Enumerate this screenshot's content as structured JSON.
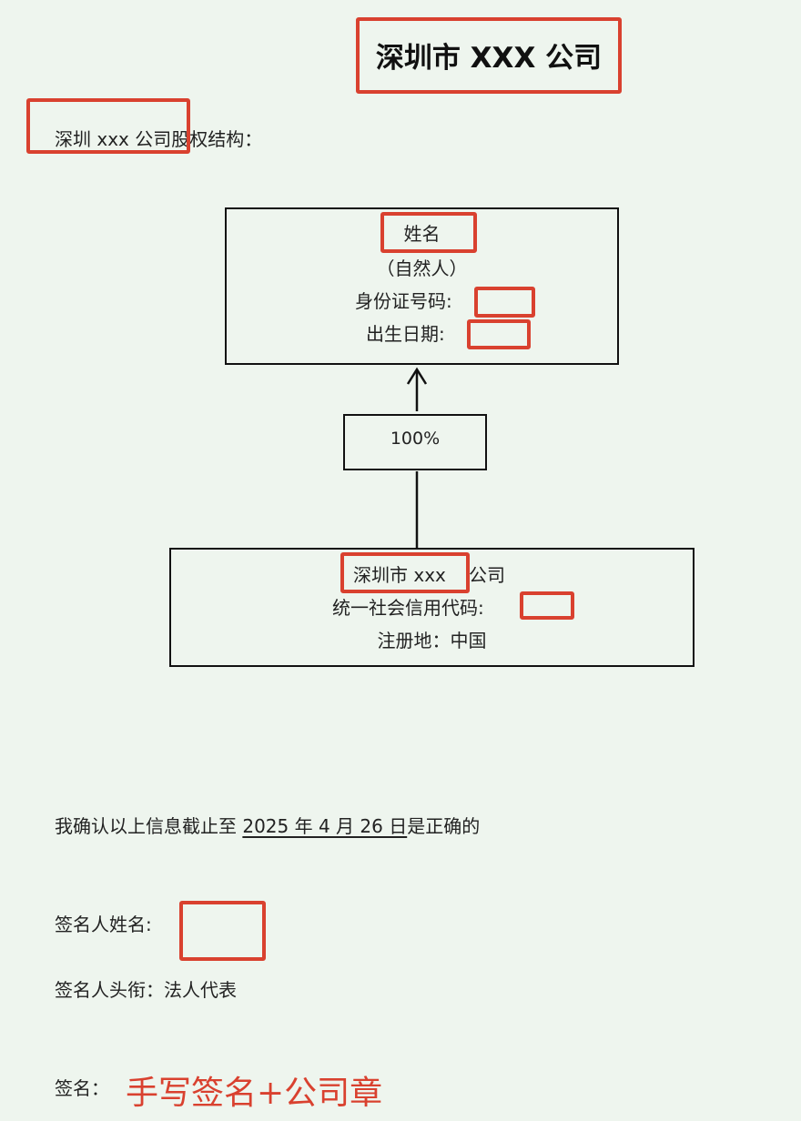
{
  "header": {
    "title": "深圳市 XXX 公司"
  },
  "intro": {
    "text": "深圳 xxx 公司股权结构："
  },
  "shareholder": {
    "name": "姓名",
    "type": "（自然人）",
    "id_label": "身份证号码:",
    "dob_label": "出生日期:"
  },
  "ownership": {
    "percent": "100%"
  },
  "company": {
    "name_prefix": "深圳市 xxx",
    "name_suffix": "公司",
    "credit_code_label": "统一社会信用代码:",
    "registered_place": "注册地：中国"
  },
  "confirmation": {
    "prefix": "我确认以上信息截止至 ",
    "date": "2025 年 4 月 26 日",
    "suffix": "是正确的"
  },
  "signer": {
    "name_label": "签名人姓名:",
    "title_text": "签名人头衔：法人代表",
    "signature_label": "签名：",
    "signature_note": "手写签名+公司章"
  },
  "colors": {
    "highlight": "#d9412f",
    "background": "#eef5ee"
  }
}
